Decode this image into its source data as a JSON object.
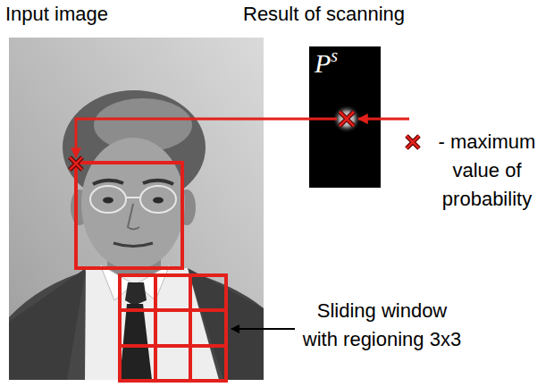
{
  "diagram": {
    "nodes": [
      {
        "text": [
          "P",
          "s"
        ]
      }
    ],
    "labels": [
      "Input image",
      "Result of scanning",
      "Sliding window with regioning 3x3"
    ],
    "legend": [
      {
        "text": "- maximum value of probability"
      }
    ]
  }
}
